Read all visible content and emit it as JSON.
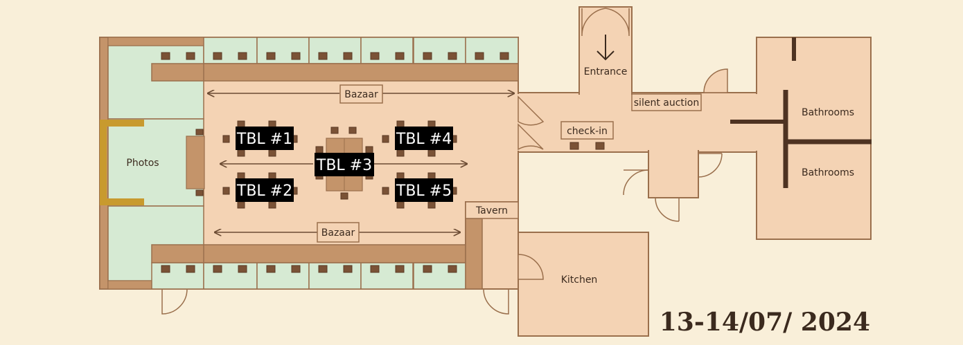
{
  "labels": {
    "entrance": "Entrance",
    "silent_auction": "silent auction",
    "check_in": "check-in",
    "bathrooms_top": "Bathrooms",
    "bathrooms_bottom": "Bathrooms",
    "photos": "Photos",
    "bazaar_top": "Bazaar",
    "bazaar_bottom": "Bazaar",
    "tavern": "Tavern",
    "kitchen": "Kitchen",
    "date": "13-14/07/ 2024"
  },
  "tables": [
    {
      "label": "TBL #1"
    },
    {
      "label": "TBL #2"
    },
    {
      "label": "TBL #3"
    },
    {
      "label": "TBL #4"
    },
    {
      "label": "TBL #5"
    }
  ],
  "colors": {
    "background": "#f9efd9",
    "room": "#f4d3b4",
    "booth": "#d6ead3",
    "counter": "#c4946a",
    "wall": "#9a6f4c",
    "chair": "#7a5236",
    "photo_frame": "#c89a2e",
    "table_label": "#000000"
  }
}
